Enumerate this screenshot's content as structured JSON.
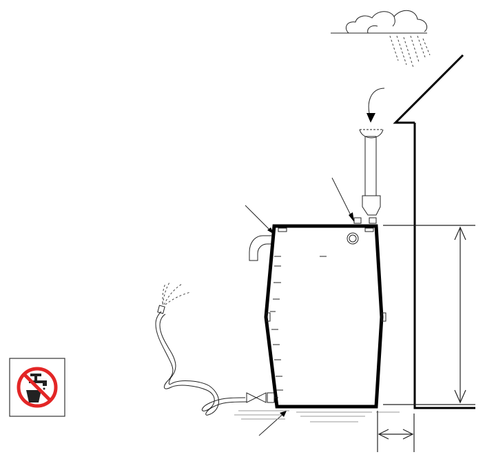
{
  "diagram": {
    "elements": {
      "cloud": "cloud-icon",
      "rain": "rain-icon",
      "roof": "house-roof",
      "wall": "house-wall",
      "gutter_arrow": "curved-arrow-icon",
      "downpipe": "downpipe",
      "filter": "filter-inlet",
      "tank": "rainwater-tank",
      "overflow": "overflow-pipe",
      "level_marks": "level-scale",
      "tap_valve": "tap-valve-icon",
      "hose": "garden-hose",
      "spray": "water-spray-icon",
      "no_drinking_sign": "no-drinking-water-sign"
    },
    "sign": {
      "border_color": "#333333",
      "circle_color": "#e32626"
    },
    "colors": {
      "line": "#000000",
      "sign_red": "#e32626"
    }
  }
}
